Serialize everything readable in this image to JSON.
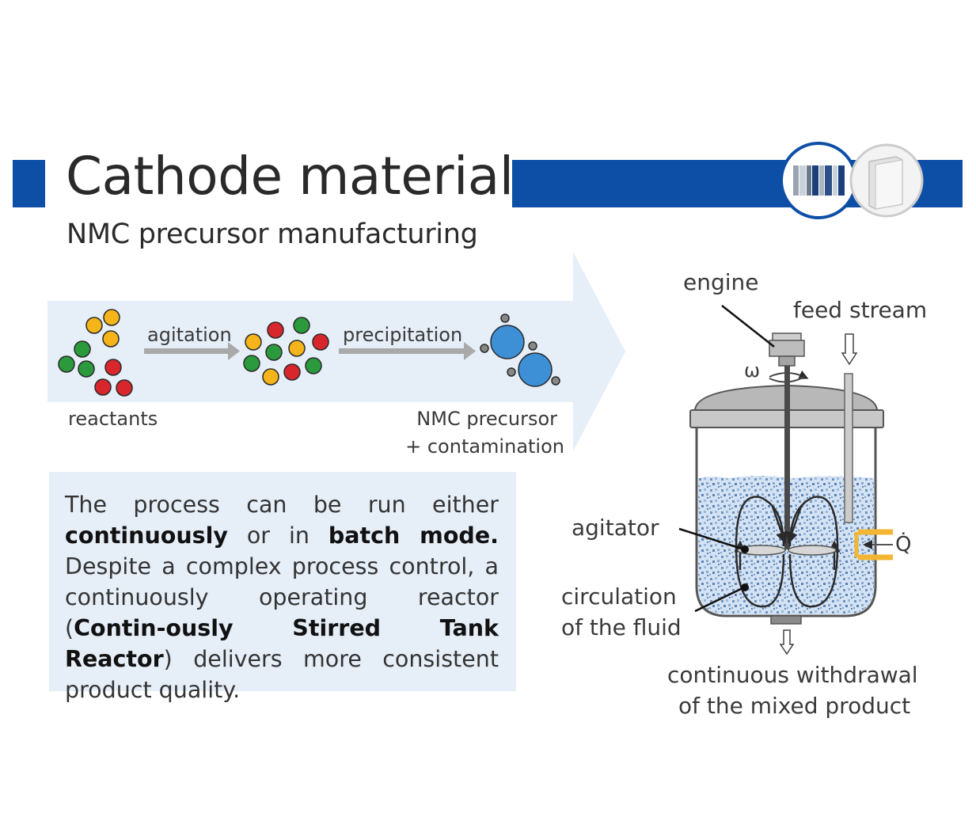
{
  "header": {
    "title": "Cathode material",
    "subtitle": "NMC precursor manufacturing",
    "colors": {
      "brand_blue": "#0d4ea6",
      "process_band": "#e6eef8"
    },
    "icons": [
      "battery-cell-stack-icon",
      "pouch-cell-icon"
    ]
  },
  "process": {
    "step1": "agitation",
    "step2": "precipitation",
    "reactants_label": "reactants",
    "product_label_1": "NMC precursor",
    "product_label_2": "+ contamination",
    "particle_colors": {
      "yellow": "#f4b41a",
      "green": "#2a9a3c",
      "red": "#d8262c",
      "blue": "#3d8fd6",
      "gray": "#777777"
    }
  },
  "description": {
    "parts": [
      "The process can be run either ",
      "continuously",
      " or in ",
      "batch mode.",
      " Despite a complex process control, a continuously operating reactor (",
      "Contin-ously Stirred Tank Reactor",
      ") delivers more consistent product quality."
    ]
  },
  "reactor": {
    "engine": "engine",
    "feed": "feed stream",
    "omega": "ω",
    "agitator": "agitator",
    "circulation_1": "circulation",
    "circulation_2": "of the fluid",
    "heat": "Q̇",
    "withdrawal_1": "continuous withdrawal",
    "withdrawal_2": "of the mixed product"
  }
}
